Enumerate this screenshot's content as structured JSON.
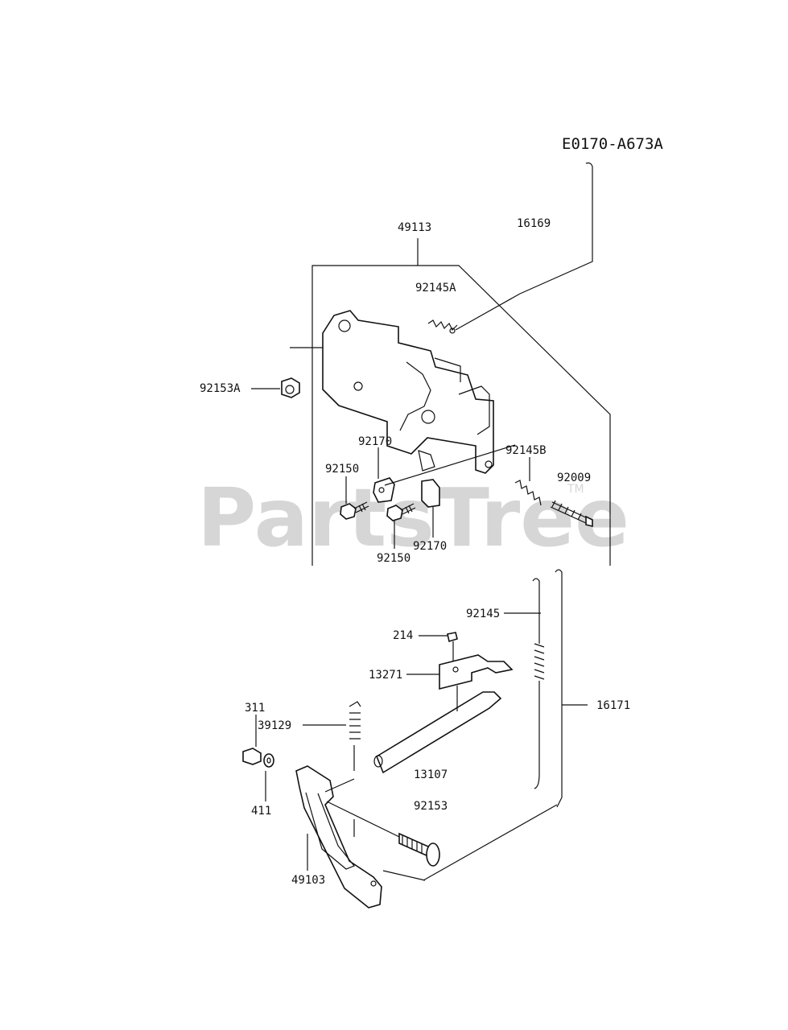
{
  "diagram_code": "E0170-A673A",
  "watermark": {
    "text": "PartsTree",
    "mark": "TM"
  },
  "labels": {
    "l16169": "16169",
    "l49113": "49113",
    "l92145A": "92145A",
    "l92153A": "92153A",
    "l92170a": "92170",
    "l92145B": "92145B",
    "l92150a": "92150",
    "l92009": "92009",
    "l92170b": "92170",
    "l92150b": "92150",
    "l92145": "92145",
    "l214": "214",
    "l13271": "13271",
    "l16171": "16171",
    "l311": "311",
    "l39129": "39129",
    "l13107": "13107",
    "l92153": "92153",
    "l411": "411",
    "l49103": "49103"
  }
}
